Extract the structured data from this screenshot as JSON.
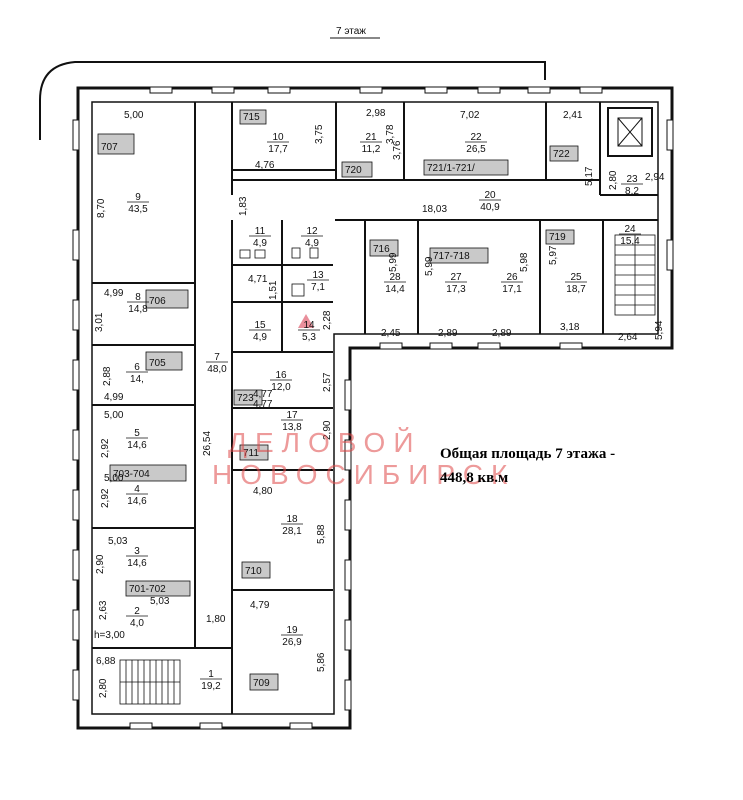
{
  "floor_title": "7 этаж",
  "summary": {
    "line1": "Общая площадь 7 этажа -",
    "line2": "448,8 кв.м"
  },
  "watermark": {
    "line1": "ДЕЛОВОЙ",
    "line2": "НОВОСИБИРСК",
    "color": "#e04848"
  },
  "colors": {
    "wall": "#111111",
    "tag_fill": "#c9c9c9",
    "paper": "#ffffff"
  },
  "room_tags": [
    "707",
    "715",
    "720",
    "721/1-721/",
    "722",
    "716",
    "717-718",
    "719",
    "706",
    "705",
    "703-704",
    "701-702",
    "723",
    "711",
    "710",
    "709"
  ],
  "rooms": [
    {
      "num": "9",
      "area": "43,5"
    },
    {
      "num": "10",
      "area": "17,7"
    },
    {
      "num": "21",
      "area": "11,2"
    },
    {
      "num": "22",
      "area": "26,5"
    },
    {
      "num": "23",
      "area": "8,2"
    },
    {
      "num": "20",
      "area": "40,9"
    },
    {
      "num": "11",
      "area": "4,9"
    },
    {
      "num": "12",
      "area": "4,9"
    },
    {
      "num": "13",
      "area": "7,1"
    },
    {
      "num": "15",
      "area": "4,9"
    },
    {
      "num": "14",
      "area": "5,3"
    },
    {
      "num": "28",
      "area": "14,4"
    },
    {
      "num": "27",
      "area": "17,3"
    },
    {
      "num": "26",
      "area": "17,1"
    },
    {
      "num": "25",
      "area": "18,7"
    },
    {
      "num": "24",
      "area": "15,4"
    },
    {
      "num": "8",
      "area": "14,8"
    },
    {
      "num": "6",
      "area": "14,"
    },
    {
      "num": "7",
      "area": "48,0"
    },
    {
      "num": "16",
      "area": "12,0"
    },
    {
      "num": "5",
      "area": "14,6"
    },
    {
      "num": "17",
      "area": "13,8"
    },
    {
      "num": "4",
      "area": "14,6"
    },
    {
      "num": "18",
      "area": "28,1"
    },
    {
      "num": "3",
      "area": "14,6"
    },
    {
      "num": "2",
      "area": "4,0"
    },
    {
      "num": "19",
      "area": "26,9"
    },
    {
      "num": "1",
      "area": "19,2"
    }
  ],
  "dimensions": [
    "5,00",
    "8,70",
    "3,75",
    "4,76",
    "2,98",
    "3,76",
    "7,02",
    "3,78",
    "2,41",
    "5,17",
    "2,80",
    "2,94",
    "1,83",
    "18,03",
    "5,99",
    "5,99",
    "5,98",
    "5,97",
    "4,71",
    "1,51",
    "2,28",
    "2,45",
    "2,89",
    "2,89",
    "3,18",
    "2,64",
    "5,94",
    "4,99",
    "3,01",
    "2,88",
    "4,99",
    "2,57",
    "4,77",
    "4,77",
    "5,00",
    "2,92",
    "26,54",
    "2,90",
    "5,00",
    "2,92",
    "4,80",
    "5,03",
    "2,90",
    "5,88",
    "5,03",
    "2,63",
    "h=3,00",
    "1,80",
    "4,79",
    "5,86",
    "6,88",
    "2,80"
  ]
}
